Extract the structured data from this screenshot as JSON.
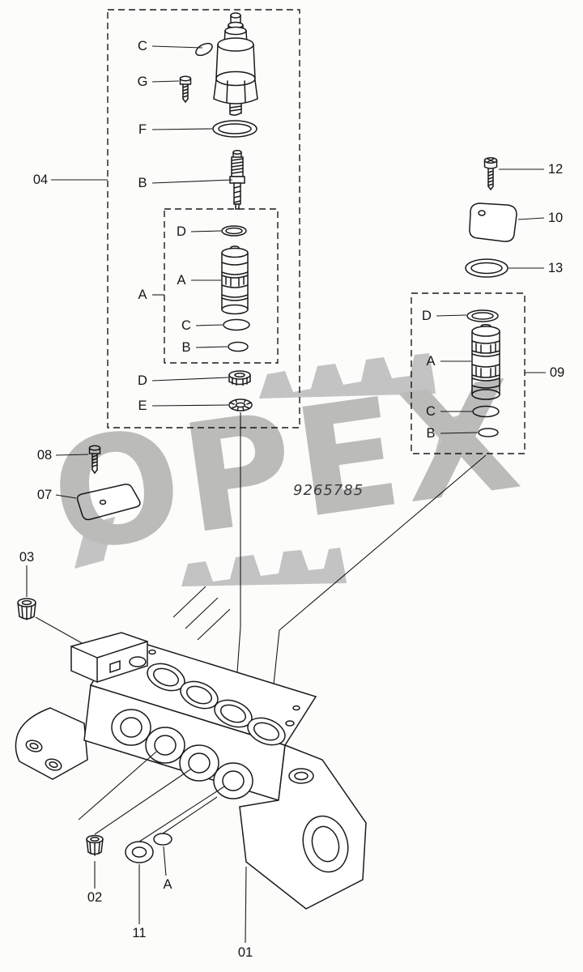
{
  "diagram": {
    "watermark": "OPEX",
    "part_number": "9265785"
  },
  "labels": {
    "group04": "04",
    "groupA": "A",
    "group09": "09",
    "c_top": "C",
    "g_top": "G",
    "f_top": "F",
    "b_top": "B",
    "d_inner": "D",
    "a_inner": "A",
    "c_inner": "C",
    "b_inner": "B",
    "d_mid": "D",
    "e_mid": "E",
    "n12": "12",
    "n10": "10",
    "n13": "13",
    "d_09": "D",
    "a_09": "A",
    "c_09": "C",
    "b_09": "B",
    "n08": "08",
    "n07": "07",
    "n03": "03",
    "n02": "02",
    "n11": "11",
    "a_bottom": "A",
    "n01": "01"
  }
}
